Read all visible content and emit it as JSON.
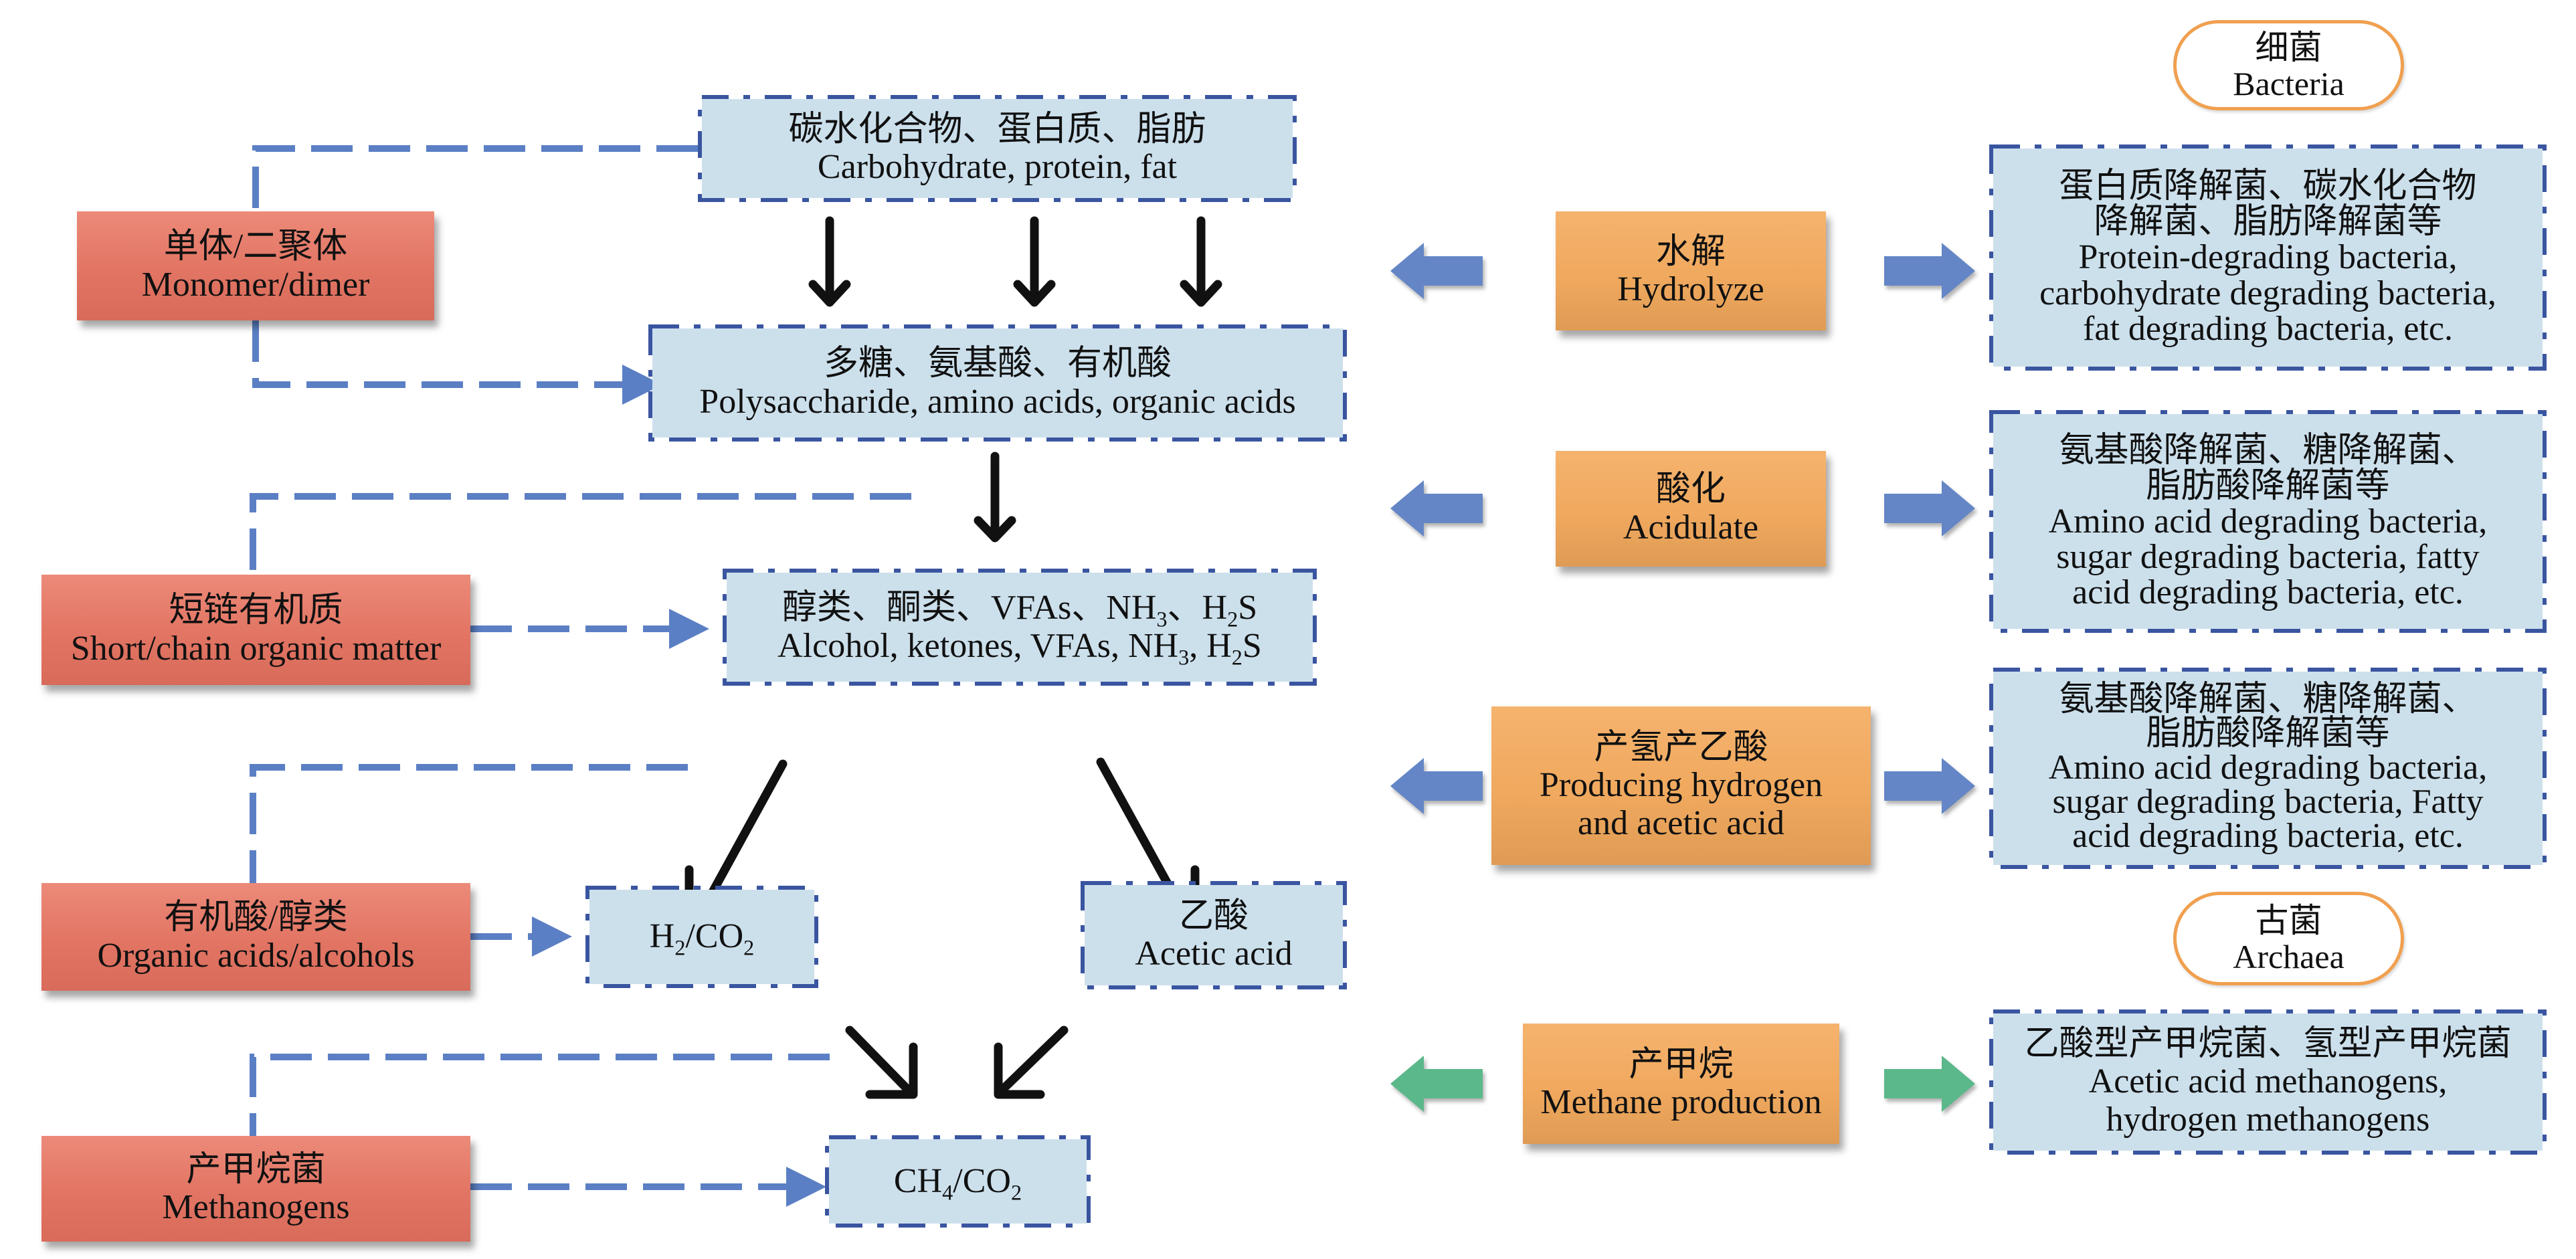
{
  "colors": {
    "connector": "#5b7fc4",
    "box_border": "#3a55a0",
    "box_fill": "#cce0ec",
    "red_node": "#e27463",
    "orange_node": "#f0a95e",
    "stage_arrow_blue": "#6486c6",
    "stage_arrow_green": "#5bb88a",
    "pill_border": "#f0a050",
    "flow_arrow": "#111111"
  },
  "products": {
    "raw": {
      "zh": "碳水化合物、蛋白质、脂肪",
      "en": "Carbohydrate, protein, fat"
    },
    "hydrolysis": {
      "zh": "多糖、氨基酸、有机酸",
      "en": "Polysaccharide, amino acids, organic acids"
    },
    "acidification": {
      "zh_parts": [
        "醇类、酮类、VFAs、NH",
        "3",
        "、H",
        "2",
        "S"
      ],
      "en_parts": [
        "Alcohol, ketones, VFAs, NH",
        "3",
        ", H",
        "2",
        "S"
      ]
    },
    "h2co2": {
      "parts": [
        "H",
        "2",
        "/CO",
        "2"
      ]
    },
    "acetic": {
      "zh": "乙酸",
      "en": "Acetic acid"
    },
    "ch4co2": {
      "parts": [
        "CH",
        "4",
        "/CO",
        "2"
      ]
    }
  },
  "intermediates": [
    {
      "zh": "单体/二聚体",
      "en": "Monomer/dimer"
    },
    {
      "zh": "短链有机质",
      "en": "Short/chain organic matter"
    },
    {
      "zh": "有机酸/醇类",
      "en": "Organic acids/alcohols"
    },
    {
      "zh": "产甲烷菌",
      "en": "Methanogens"
    }
  ],
  "groups": {
    "bacteria": {
      "zh": "细菌",
      "en": "Bacteria"
    },
    "archaea": {
      "zh": "古菌",
      "en": "Archaea"
    }
  },
  "stages": [
    {
      "zh": "水解",
      "en": [
        "Hydrolyze"
      ],
      "organisms": [
        "蛋白质降解菌、碳水化合物",
        "降解菌、脂肪降解菌等",
        "Protein-degrading bacteria,",
        "carbohydrate degrading bacteria,",
        "fat degrading bacteria, etc."
      ]
    },
    {
      "zh": "酸化",
      "en": [
        "Acidulate"
      ],
      "organisms": [
        "氨基酸降解菌、糖降解菌、",
        "脂肪酸降解菌等",
        "Amino acid degrading bacteria,",
        "sugar degrading bacteria, fatty",
        "acid degrading bacteria, etc."
      ]
    },
    {
      "zh": "产氢产乙酸",
      "en": [
        "Producing hydrogen",
        "and acetic acid"
      ],
      "organisms": [
        "氨基酸降解菌、糖降解菌、",
        "脂肪酸降解菌等",
        "Amino acid degrading bacteria,",
        "sugar degrading bacteria, Fatty",
        "acid degrading bacteria, etc."
      ]
    },
    {
      "zh": "产甲烷",
      "en": [
        "Methane production"
      ],
      "organisms": [
        "乙酸型产甲烷菌、氢型产甲烷菌",
        "Acetic acid methanogens,",
        "hydrogen methanogens"
      ]
    }
  ]
}
